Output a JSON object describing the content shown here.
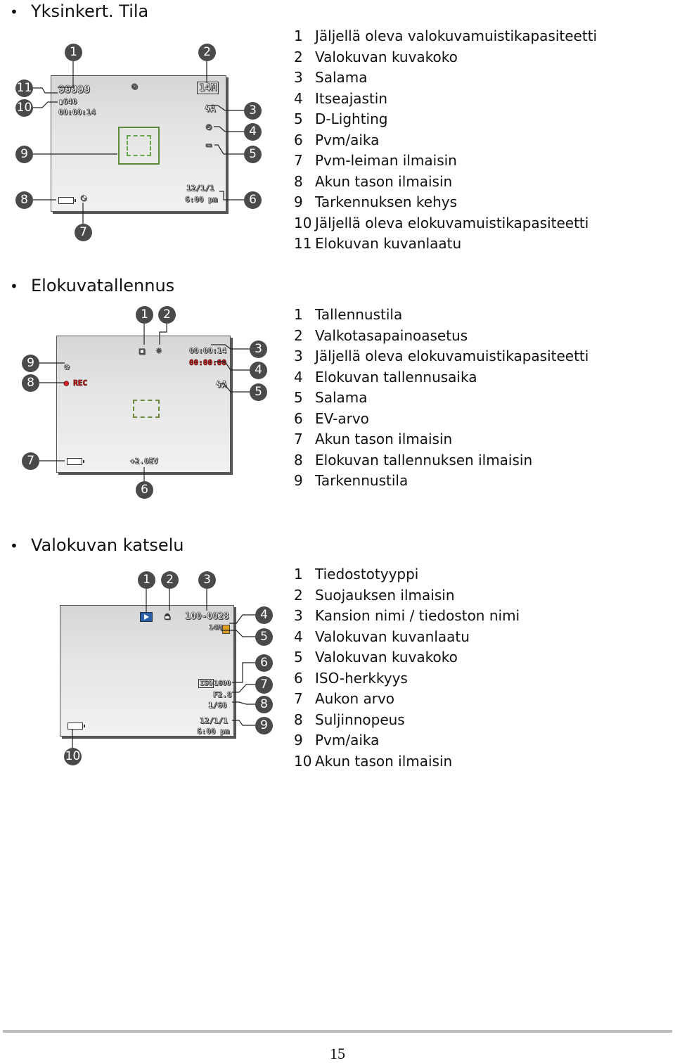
{
  "sections": [
    {
      "title": "Yksinkert. Tila",
      "legend": [
        {
          "n": "1",
          "label": "Jäljellä oleva valokuvamuistikapasiteetti"
        },
        {
          "n": "2",
          "label": "Valokuvan kuvakoko"
        },
        {
          "n": "3",
          "label": "Salama"
        },
        {
          "n": "4",
          "label": "Itseajastin"
        },
        {
          "n": "5",
          "label": "D-Lighting"
        },
        {
          "n": "6",
          "label": "Pvm/aika"
        },
        {
          "n": "7",
          "label": "Pvm-leiman ilmaisin"
        },
        {
          "n": "8",
          "label": "Akun tason ilmaisin"
        },
        {
          "n": "9",
          "label": "Tarkennuksen kehys"
        },
        {
          "n": "10",
          "label": "Jäljellä oleva elokuvamuistikapasiteetti"
        },
        {
          "n": "11",
          "label": "Elokuvan kuvanlaatu"
        }
      ],
      "screen": {
        "remaining_shots": "99999",
        "movie_quality": "640",
        "movie_time": "00:00:14",
        "image_size": "14M",
        "date": "12/1/1",
        "time": "6:00 pm"
      }
    },
    {
      "title": "Elokuvatallennus",
      "legend": [
        {
          "n": "1",
          "label": "Tallennustila"
        },
        {
          "n": "2",
          "label": "Valkotasapainoasetus"
        },
        {
          "n": "3",
          "label": "Jäljellä oleva elokuvamuistikapasiteetti"
        },
        {
          "n": "4",
          "label": "Elokuvan tallennusaika"
        },
        {
          "n": "5",
          "label": "Salama"
        },
        {
          "n": "6",
          "label": "EV-arvo"
        },
        {
          "n": "7",
          "label": "Akun tason ilmaisin"
        },
        {
          "n": "8",
          "label": "Elokuvan tallennuksen ilmaisin"
        },
        {
          "n": "9",
          "label": "Tarkennustila"
        }
      ],
      "screen": {
        "remaining_time": "00:00:14",
        "rec_time": "00:00:00",
        "rec_label": "REC",
        "ev": "+2.0EV"
      }
    },
    {
      "title": "Valokuvan katselu",
      "legend": [
        {
          "n": "1",
          "label": "Tiedostotyyppi"
        },
        {
          "n": "2",
          "label": "Suojauksen ilmaisin"
        },
        {
          "n": "3",
          "label": "Kansion nimi / tiedoston nimi"
        },
        {
          "n": "4",
          "label": "Valokuvan kuvanlaatu"
        },
        {
          "n": "5",
          "label": "Valokuvan kuvakoko"
        },
        {
          "n": "6",
          "label": "ISO-herkkyys"
        },
        {
          "n": "7",
          "label": "Aukon arvo"
        },
        {
          "n": "8",
          "label": "Suljinnopeus"
        },
        {
          "n": "9",
          "label": "Pvm/aika"
        },
        {
          "n": "10",
          "label": "Akun tason ilmaisin"
        }
      ],
      "screen": {
        "file_name": "100-0028",
        "image_size": "14M",
        "iso_label": "ISO",
        "iso_value": "1600",
        "aperture": "F2.8",
        "shutter": "1/60",
        "date": "12/1/1",
        "time": "6:00 pm"
      }
    }
  ],
  "callouts": {
    "s1": [
      "1",
      "2",
      "3",
      "4",
      "5",
      "6",
      "7",
      "8",
      "9",
      "10",
      "11"
    ],
    "s2": [
      "1",
      "2",
      "3",
      "4",
      "5",
      "6",
      "7",
      "8",
      "9"
    ],
    "s3": [
      "1",
      "2",
      "3",
      "4",
      "5",
      "6",
      "7",
      "8",
      "9",
      "10"
    ]
  },
  "page_number": "15"
}
